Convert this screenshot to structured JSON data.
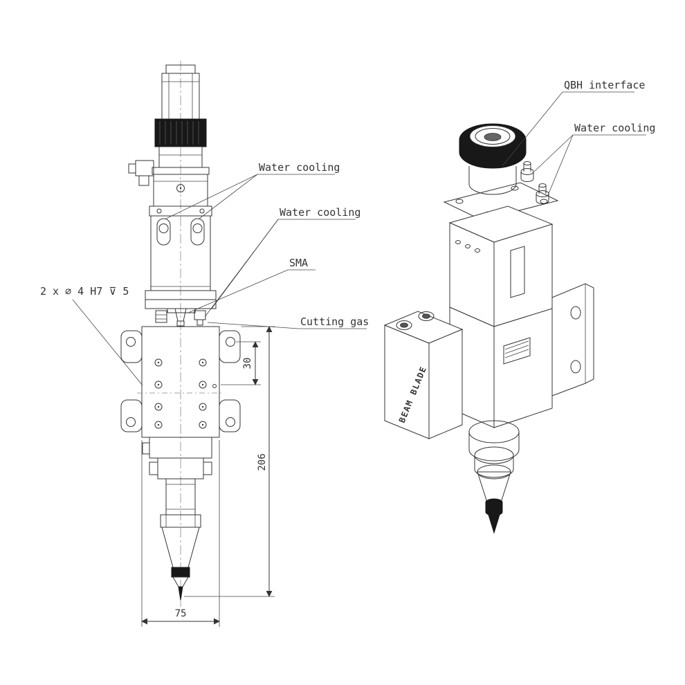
{
  "drawing": {
    "background": "#ffffff",
    "ink": "#333333",
    "front_view": {
      "callouts": {
        "hole_spec": "2 x ⌀ 4 H7 ⊽ 5",
        "water_cooling_upper": "Water cooling",
        "water_cooling_lower": "Water cooling",
        "sma": "SMA",
        "cutting_gas": "Cutting gas"
      },
      "dimensions": {
        "hole_offset": "30",
        "body_height": "206",
        "plate_width": "75"
      }
    },
    "iso_view": {
      "callouts": {
        "qbh_interface": "QBH interface",
        "water_cooling": "Water cooling"
      },
      "brand": "BEAM BLADE"
    }
  }
}
